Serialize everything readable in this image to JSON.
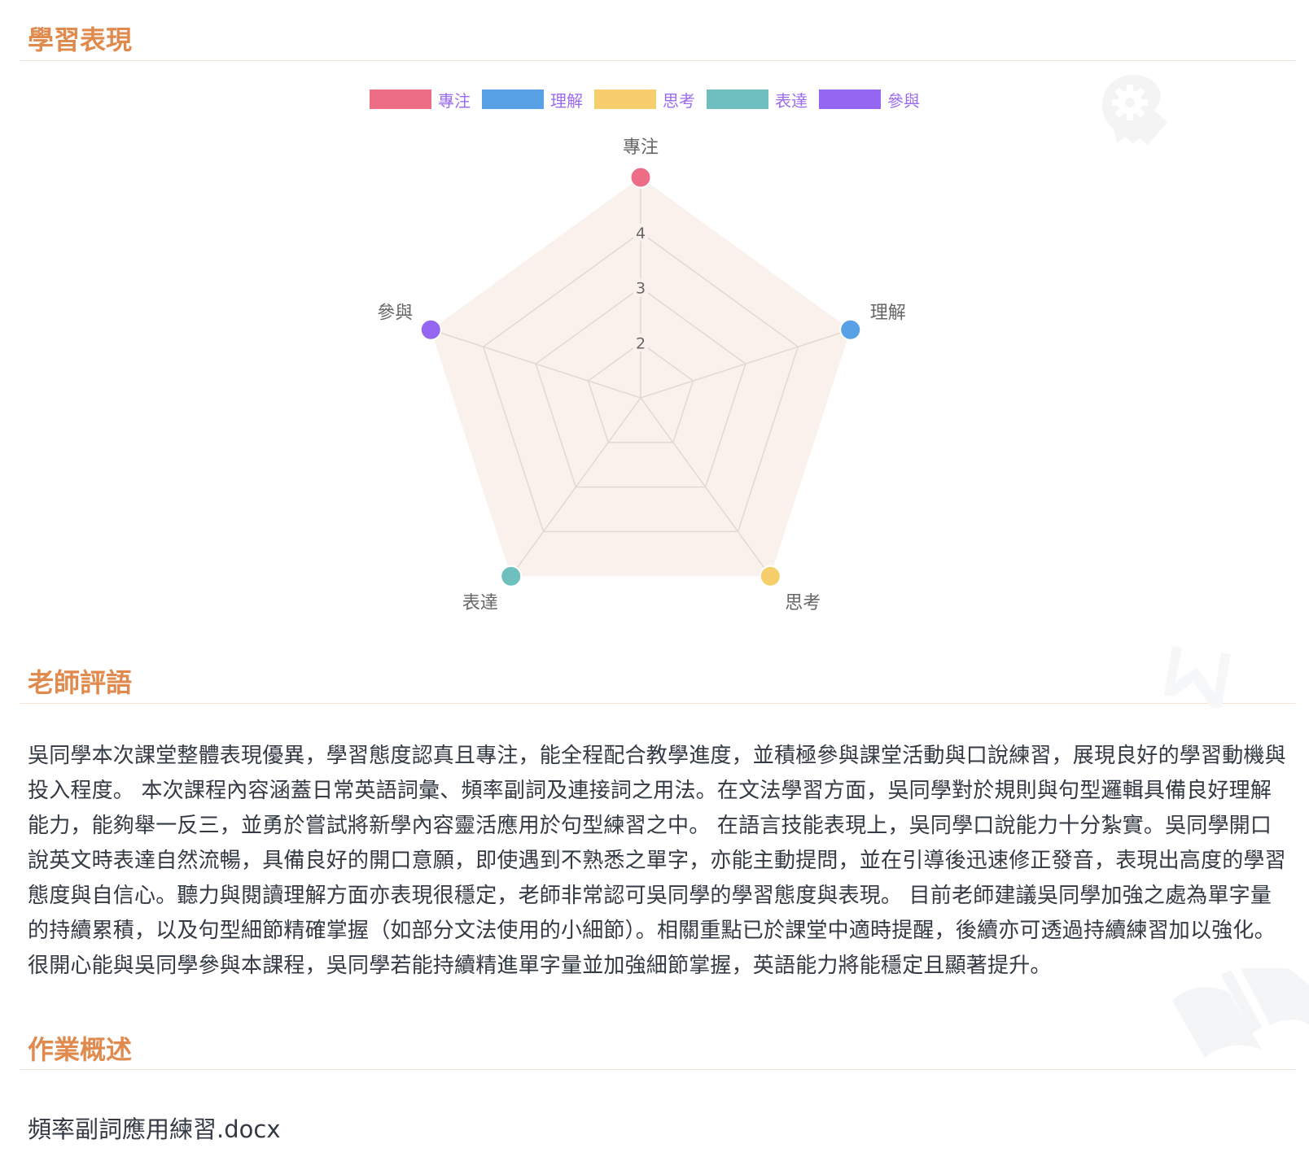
{
  "sections": {
    "performance_title": "學習表現",
    "comment_title": "老師評語",
    "homework_title": "作業概述"
  },
  "legend": [
    {
      "label": "專注",
      "color": "#ec6d85"
    },
    {
      "label": "理解",
      "color": "#58a1e6"
    },
    {
      "label": "思考",
      "color": "#f6cf6c"
    },
    {
      "label": "表達",
      "color": "#6fbfbf"
    },
    {
      "label": "參與",
      "color": "#9566f2"
    }
  ],
  "chart_data": {
    "type": "radar",
    "title": "學習表現",
    "categories": [
      "專注",
      "理解",
      "思考",
      "表達",
      "參與"
    ],
    "series": [
      {
        "name": "學習表現",
        "values": [
          5,
          5,
          5,
          5,
          5
        ]
      }
    ],
    "point_colors": [
      "#ec6d85",
      "#58a1e6",
      "#f6cf6c",
      "#6fbfbf",
      "#9566f2"
    ],
    "fill_color": "#fbf1ec",
    "grid_color": "#e0d8d4",
    "rlim": [
      1,
      5
    ],
    "tick_labels": [
      "2",
      "3",
      "4"
    ],
    "legend_position": "top"
  },
  "comment": {
    "text": "吳同學本次課堂整體表現優異，學習態度認真且專注，能全程配合教學進度，並積極參與課堂活動與口說練習，展現良好的學習動機與投入程度。 本次課程內容涵蓋日常英語詞彙、頻率副詞及連接詞之用法。在文法學習方面，吳同學對於規則與句型邏輯具備良好理解能力，能夠舉一反三，並勇於嘗試將新學內容靈活應用於句型練習之中。 在語言技能表現上，吳同學口說能力十分紮實。吳同學開口說英文時表達自然流暢，具備良好的開口意願，即使遇到不熟悉之單字，亦能主動提問，並在引導後迅速修正發音，表現出高度的學習態度與自信心。聽力與閱讀理解方面亦表現很穩定，老師非常認可吳同學的學習態度與表現。 目前老師建議吳同學加強之處為單字量的持續累積，以及句型細節精確掌握（如部分文法使用的小細節）。相關重點已於課堂中適時提醒，後續亦可透過持續練習加以強化。 很開心能與吳同學參與本課程，吳同學若能持續精進單字量並加強細節掌握，英語能力將能穩定且顯著提升。"
  },
  "homework": {
    "file_name": "頻率副詞應用練習.docx"
  },
  "watermarks": [
    "gear-head-icon",
    "w-logo-icon",
    "open-book-icon"
  ]
}
